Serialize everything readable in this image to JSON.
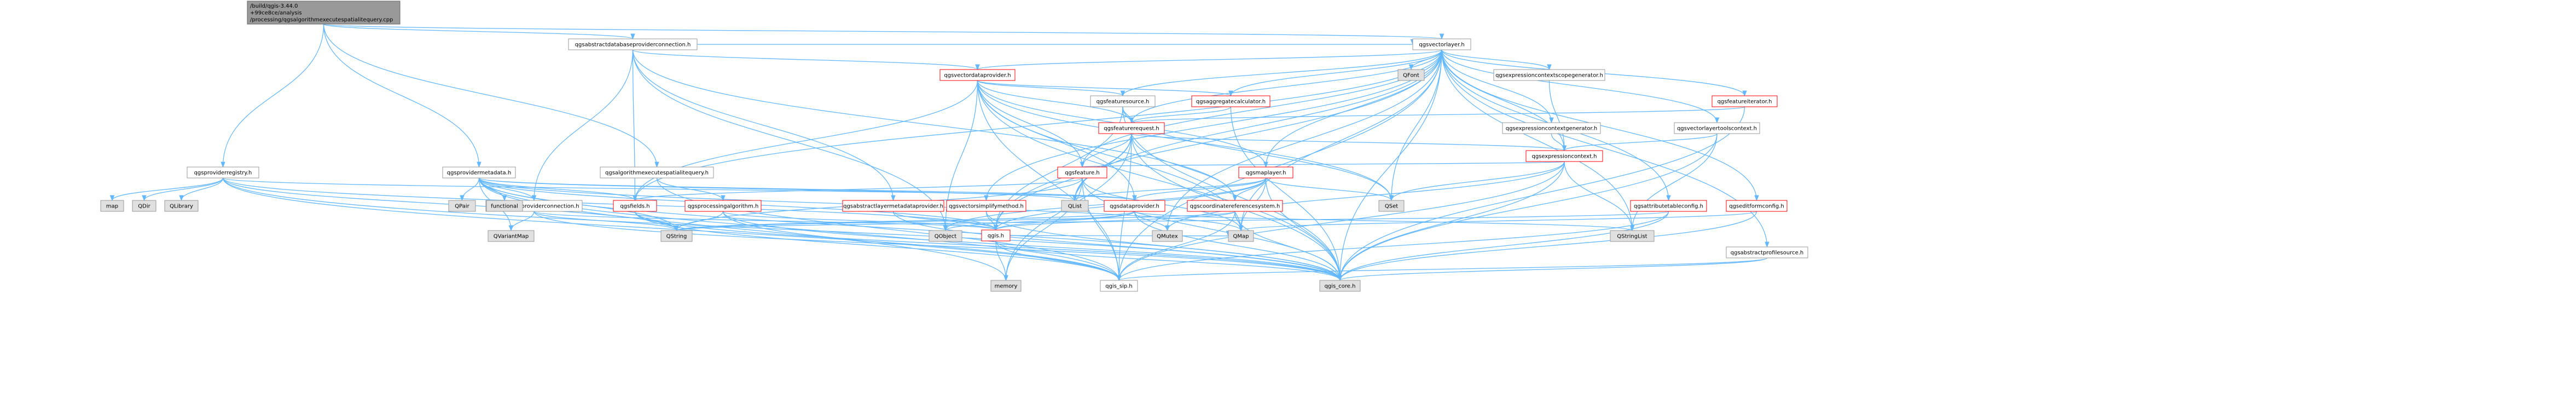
{
  "colors": {
    "edge": "#63B8FF",
    "node_fill": "#FFFFFF",
    "node_border": "#999999",
    "root_fill": "#999999",
    "root_border": "#666666",
    "external_fill": "#E0E0E0",
    "external_border": "#999999",
    "red_border": "#FF0000"
  },
  "nodes": [
    {
      "id": "root",
      "kind": "root",
      "lines": [
        "/build/qgis-3.44.0",
        "+99ce8ce/analysis",
        "/processing/qgsalgorithmexecutespatialitequery.cpp"
      ]
    },
    {
      "id": "qgsabstractdatabaseproviderconnection_h",
      "kind": "normal",
      "lines": [
        "qgsabstractdatabaseproviderconnection.h"
      ]
    },
    {
      "id": "qgsvectorlayer_h",
      "kind": "normal",
      "lines": [
        "qgsvectorlayer.h"
      ]
    },
    {
      "id": "qgsproviderregistry_h",
      "kind": "normal",
      "lines": [
        "qgsproviderregistry.h"
      ]
    },
    {
      "id": "qgsprovidermetadata_h",
      "kind": "normal",
      "lines": [
        "qgsprovidermetadata.h"
      ]
    },
    {
      "id": "qgsalgorithmexecutespatialitequery_h",
      "kind": "normal",
      "lines": [
        "qgsalgorithmexecutespatialitequery.h"
      ]
    },
    {
      "id": "qgsvectordataprovider_h",
      "kind": "red",
      "lines": [
        "qgsvectordataprovider.h"
      ]
    },
    {
      "id": "qgsfeaturesource_h",
      "kind": "normal",
      "lines": [
        "qgsfeaturesource.h"
      ]
    },
    {
      "id": "qgsaggregatecalculator_h",
      "kind": "red",
      "lines": [
        "qgsaggregatecalculator.h"
      ]
    },
    {
      "id": "qgsfeaturerequest_h",
      "kind": "red",
      "lines": [
        "qgsfeaturerequest.h"
      ]
    },
    {
      "id": "qgsexpressioncontextscopegenerator_h",
      "kind": "normal",
      "lines": [
        "qgsexpressioncontextscopegenerator.h"
      ]
    },
    {
      "id": "qgsfeatureiterator_h",
      "kind": "red",
      "lines": [
        "qgsfeatureiterator.h"
      ]
    },
    {
      "id": "qgsexpressioncontextgenerator_h",
      "kind": "normal",
      "lines": [
        "qgsexpressioncontextgenerator.h"
      ]
    },
    {
      "id": "qgsvectorlayertoolscontext_h",
      "kind": "normal",
      "lines": [
        "qgsvectorlayertoolscontext.h"
      ]
    },
    {
      "id": "qgsexpressioncontext_h",
      "kind": "red",
      "lines": [
        "qgsexpressioncontext.h"
      ]
    },
    {
      "id": "qgsfeature_h",
      "kind": "red",
      "lines": [
        "qgsfeature.h"
      ]
    },
    {
      "id": "qgsmaplayer_h",
      "kind": "red",
      "lines": [
        "qgsmaplayer.h"
      ]
    },
    {
      "id": "qgsabstractproviderconnection_h",
      "kind": "normal",
      "lines": [
        "qgsabstractproviderconnection.h"
      ]
    },
    {
      "id": "qgsfields_h",
      "kind": "red",
      "lines": [
        "qgsfields.h"
      ]
    },
    {
      "id": "qgsprocessingalgorithm_h",
      "kind": "red",
      "lines": [
        "qgsprocessingalgorithm.h"
      ]
    },
    {
      "id": "qgsabstractlayermetadataprovider_h",
      "kind": "red",
      "lines": [
        "qgsabstractlayermetadataprovider.h"
      ]
    },
    {
      "id": "qgsvectorsimplifymethod_h",
      "kind": "red",
      "lines": [
        "qgsvectorsimplifymethod.h"
      ]
    },
    {
      "id": "qgsdataprovider_h",
      "kind": "red",
      "lines": [
        "qgsdataprovider.h"
      ]
    },
    {
      "id": "qgscoordinatereferencesystem_h",
      "kind": "red",
      "lines": [
        "qgscoordinatereferencesystem.h"
      ]
    },
    {
      "id": "qgsattributetableconfig_h",
      "kind": "red",
      "lines": [
        "qgsattributetableconfig.h"
      ]
    },
    {
      "id": "qgseditformconfig_h",
      "kind": "red",
      "lines": [
        "qgseditformconfig.h"
      ]
    },
    {
      "id": "qgsabstractprofilesource_h",
      "kind": "normal",
      "lines": [
        "qgsabstractprofilesource.h"
      ]
    },
    {
      "id": "qgis_h",
      "kind": "red",
      "lines": [
        "qgis.h"
      ]
    },
    {
      "id": "qgis_sip_h",
      "kind": "normal",
      "lines": [
        "qgis_sip.h"
      ]
    },
    {
      "id": "qgis_core_h",
      "kind": "external",
      "lines": [
        "qgis_core.h"
      ]
    },
    {
      "id": "QFont",
      "kind": "external",
      "lines": [
        "QFont"
      ]
    },
    {
      "id": "QList",
      "kind": "external",
      "lines": [
        "QList"
      ]
    },
    {
      "id": "QSet",
      "kind": "external",
      "lines": [
        "QSet"
      ]
    },
    {
      "id": "QMap",
      "kind": "external",
      "lines": [
        "QMap"
      ]
    },
    {
      "id": "QMutex",
      "kind": "external",
      "lines": [
        "QMutex"
      ]
    },
    {
      "id": "QObject",
      "kind": "external",
      "lines": [
        "QObject"
      ]
    },
    {
      "id": "QString",
      "kind": "external",
      "lines": [
        "QString"
      ]
    },
    {
      "id": "QStringList",
      "kind": "external",
      "lines": [
        "QStringList"
      ]
    },
    {
      "id": "QVariantMap",
      "kind": "external",
      "lines": [
        "QVariantMap"
      ]
    },
    {
      "id": "QPair",
      "kind": "external",
      "lines": [
        "QPair"
      ]
    },
    {
      "id": "functional",
      "kind": "external",
      "lines": [
        "functional"
      ]
    },
    {
      "id": "map",
      "kind": "external",
      "lines": [
        "map"
      ]
    },
    {
      "id": "QDir",
      "kind": "external",
      "lines": [
        "QDir"
      ]
    },
    {
      "id": "QLibrary",
      "kind": "external",
      "lines": [
        "QLibrary"
      ]
    },
    {
      "id": "memory",
      "kind": "external",
      "lines": [
        "memory"
      ]
    }
  ],
  "edges": [
    [
      "root",
      "qgsabstractdatabaseproviderconnection_h"
    ],
    [
      "root",
      "qgsvectorlayer_h"
    ],
    [
      "root",
      "qgsproviderregistry_h"
    ],
    [
      "root",
      "qgsprovidermetadata_h"
    ],
    [
      "root",
      "qgsalgorithmexecutespatialitequery_h"
    ],
    [
      "qgsabstractdatabaseproviderconnection_h",
      "qgsvectorlayer_h"
    ],
    [
      "qgsabstractdatabaseproviderconnection_h",
      "qgsvectordataprovider_h"
    ],
    [
      "qgsabstractdatabaseproviderconnection_h",
      "qgsabstractproviderconnection_h"
    ],
    [
      "qgsabstractdatabaseproviderconnection_h",
      "qgscoordinatereferencesystem_h"
    ],
    [
      "qgsabstractdatabaseproviderconnection_h",
      "qgsfields_h"
    ],
    [
      "qgsabstractdatabaseproviderconnection_h",
      "qgsabstractlayermetadataprovider_h"
    ],
    [
      "qgsabstractdatabaseproviderconnection_h",
      "QObject"
    ],
    [
      "qgsvectorlayer_h",
      "qgis_core_h"
    ],
    [
      "qgsvectorlayer_h",
      "qgis_sip_h"
    ],
    [
      "qgsvectorlayer_h",
      "QMap"
    ],
    [
      "qgsvectorlayer_h",
      "QSet"
    ],
    [
      "qgsvectorlayer_h",
      "QList"
    ],
    [
      "qgsvectorlayer_h",
      "QStringList"
    ],
    [
      "qgsvectorlayer_h",
      "QFont"
    ],
    [
      "qgsvectorlayer_h",
      "QMutex"
    ],
    [
      "qgsvectorlayer_h",
      "qgis_h"
    ],
    [
      "qgsvectorlayer_h",
      "qgsmaplayer_h"
    ],
    [
      "qgsvectorlayer_h",
      "qgsfeature_h"
    ],
    [
      "qgsvectorlayer_h",
      "qgsfeaturerequest_h"
    ],
    [
      "qgsvectorlayer_h",
      "qgsfeaturesource_h"
    ],
    [
      "qgsvectorlayer_h",
      "qgsfields_h"
    ],
    [
      "qgsvectorlayer_h",
      "qgsvectordataprovider_h"
    ],
    [
      "qgsvectorlayer_h",
      "qgsvectorsimplifymethod_h"
    ],
    [
      "qgsvectorlayer_h",
      "qgseditformconfig_h"
    ],
    [
      "qgsvectorlayer_h",
      "qgsattributetableconfig_h"
    ],
    [
      "qgsvectorlayer_h",
      "qgsaggregatecalculator_h"
    ],
    [
      "qgsvectorlayer_h",
      "qgsfeatureiterator_h"
    ],
    [
      "qgsvectorlayer_h",
      "qgsexpressioncontextgenerator_h"
    ],
    [
      "qgsvectorlayer_h",
      "qgsexpressioncontextscopegenerator_h"
    ],
    [
      "qgsvectorlayer_h",
      "qgsexpressioncontext_h"
    ],
    [
      "qgsvectorlayer_h",
      "qgsabstractprofilesource_h"
    ],
    [
      "qgsvectorlayer_h",
      "qgsvectorlayertoolscontext_h"
    ],
    [
      "qgsproviderregistry_h",
      "map"
    ],
    [
      "qgsproviderregistry_h",
      "QDir"
    ],
    [
      "qgsproviderregistry_h",
      "QLibrary"
    ],
    [
      "qgsproviderregistry_h",
      "QString"
    ],
    [
      "qgsproviderregistry_h",
      "qgis_core_h"
    ],
    [
      "qgsproviderregistry_h",
      "qgis_sip_h"
    ],
    [
      "qgsproviderregistry_h",
      "qgsdataprovider_h"
    ],
    [
      "qgsproviderregistry_h",
      "qgis_h"
    ],
    [
      "qgsprovidermetadata_h",
      "QVariantMap"
    ],
    [
      "qgsprovidermetadata_h",
      "QString"
    ],
    [
      "qgsprovidermetadata_h",
      "QMap"
    ],
    [
      "qgsprovidermetadata_h",
      "QList"
    ],
    [
      "qgsprovidermetadata_h",
      "memory"
    ],
    [
      "qgsprovidermetadata_h",
      "QPair"
    ],
    [
      "qgsprovidermetadata_h",
      "functional"
    ],
    [
      "qgsprovidermetadata_h",
      "qgis_sip_h"
    ],
    [
      "qgsprovidermetadata_h",
      "qgsdataprovider_h"
    ],
    [
      "qgsprovidermetadata_h",
      "qgis_core_h"
    ],
    [
      "qgsprovidermetadata_h",
      "qgis_h"
    ],
    [
      "qgsprovidermetadata_h",
      "qgsfields_h"
    ],
    [
      "qgsprovidermetadata_h",
      "qgsabstractproviderconnection_h"
    ],
    [
      "qgsalgorithmexecutespatialitequery_h",
      "qgis_sip_h"
    ],
    [
      "qgsalgorithmexecutespatialitequery_h",
      "qgsprocessingalgorithm_h"
    ],
    [
      "qgsvectordataprovider_h",
      "qgis_core_h"
    ],
    [
      "qgsvectordataprovider_h",
      "QObject"
    ],
    [
      "qgsvectordataprovider_h",
      "QSet"
    ],
    [
      "qgsvectordataprovider_h",
      "QMap"
    ],
    [
      "qgsvectordataprovider_h",
      "qgsdataprovider_h"
    ],
    [
      "qgsvectordataprovider_h",
      "qgsfeature_h"
    ],
    [
      "qgsvectordataprovider_h",
      "qgsaggregatecalculator_h"
    ],
    [
      "qgsvectordataprovider_h",
      "qgsmaplayer_h"
    ],
    [
      "qgsvectordataprovider_h",
      "qgsfeaturerequest_h"
    ],
    [
      "qgsvectordataprovider_h",
      "qgsfeaturesource_h"
    ],
    [
      "qgsvectordataprovider_h",
      "qgis_sip_h"
    ],
    [
      "qgsvectordataprovider_h",
      "qgsfields_h"
    ],
    [
      "qgsfeaturesource_h",
      "qgis_core_h"
    ],
    [
      "qgsfeaturesource_h",
      "qgis_h"
    ],
    [
      "qgsfeaturesource_h",
      "qgsfeaturerequest_h"
    ],
    [
      "qgsfeaturesource_h",
      "QSet"
    ],
    [
      "qgsaggregatecalculator_h",
      "qgis_core_h"
    ],
    [
      "qgsaggregatecalculator_h",
      "qgsfeaturerequest_h"
    ],
    [
      "qgsfeaturerequest_h",
      "qgis_core_h"
    ],
    [
      "qgsfeaturerequest_h",
      "qgis_sip_h"
    ],
    [
      "qgsfeaturerequest_h",
      "QList"
    ],
    [
      "qgsfeaturerequest_h",
      "memory"
    ],
    [
      "qgsfeaturerequest_h",
      "qgsfeature_h"
    ],
    [
      "qgsfeaturerequest_h",
      "qgsexpressioncontext_h"
    ],
    [
      "qgsfeaturerequest_h",
      "qgscoordinatereferencesystem_h"
    ],
    [
      "qgsfeaturerequest_h",
      "qgis_h"
    ],
    [
      "qgsexpressioncontextscopegenerator_h",
      "qgsexpressioncontext_h"
    ],
    [
      "qgsfeatureiterator_h",
      "qgis_core_h"
    ],
    [
      "qgsfeatureiterator_h",
      "qgsfeaturerequest_h"
    ],
    [
      "qgsexpressioncontextgenerator_h",
      "qgsexpressioncontext_h"
    ],
    [
      "qgsvectorlayertoolscontext_h",
      "qgis_core_h"
    ],
    [
      "qgsvectorlayertoolscontext_h",
      "qgsexpressioncontext_h"
    ],
    [
      "qgsvectorlayertoolscontext_h",
      "QStringList"
    ],
    [
      "qgsexpressioncontext_h",
      "qgis_core_h"
    ],
    [
      "qgsexpressioncontext_h",
      "qgis_sip_h"
    ],
    [
      "qgsexpressioncontext_h",
      "QStringList"
    ],
    [
      "qgsexpressioncontext_h",
      "QSet"
    ],
    [
      "qgsexpressioncontext_h",
      "QMutex"
    ],
    [
      "qgsexpressioncontext_h",
      "qgsfeature_h"
    ],
    [
      "qgsfeature_h",
      "qgis_core_h"
    ],
    [
      "qgsfeature_h",
      "qgis_sip_h"
    ],
    [
      "qgsfeature_h",
      "QMap"
    ],
    [
      "qgsfeature_h",
      "QString"
    ],
    [
      "qgsfeature_h",
      "QList"
    ],
    [
      "qgsfeature_h",
      "memory"
    ],
    [
      "qgsfeature_h",
      "qgsfields_h"
    ],
    [
      "qgsmaplayer_h",
      "qgis_core_h"
    ],
    [
      "qgsmaplayer_h",
      "QObject"
    ],
    [
      "qgsmaplayer_h",
      "QSet"
    ],
    [
      "qgsmaplayer_h",
      "QMap"
    ],
    [
      "qgsmaplayer_h",
      "QList"
    ],
    [
      "qgsmaplayer_h",
      "qgis_h"
    ],
    [
      "qgsmaplayer_h",
      "qgsdataprovider_h"
    ],
    [
      "qgsmaplayer_h",
      "qgscoordinatereferencesystem_h"
    ],
    [
      "qgsabstractproviderconnection_h",
      "QString"
    ],
    [
      "qgsabstractproviderconnection_h",
      "QVariantMap"
    ],
    [
      "qgsabstractproviderconnection_h",
      "qgis_core_h"
    ],
    [
      "qgsabstractproviderconnection_h",
      "qgis_h"
    ],
    [
      "qgsfields_h",
      "qgis_core_h"
    ],
    [
      "qgsfields_h",
      "qgis_sip_h"
    ],
    [
      "qgsfields_h",
      "QString"
    ],
    [
      "qgsprocessingalgorithm_h",
      "qgis_core_h"
    ],
    [
      "qgsprocessingalgorithm_h",
      "qgis_sip_h"
    ],
    [
      "qgsprocessingalgorithm_h",
      "qgis_h"
    ],
    [
      "qgsprocessingalgorithm_h",
      "QString"
    ],
    [
      "qgsabstractlayermetadataprovider_h",
      "qgis_core_h"
    ],
    [
      "qgsabstractlayermetadataprovider_h",
      "qgis_h"
    ],
    [
      "qgsvectorsimplifymethod_h",
      "qgis_core_h"
    ],
    [
      "qgsvectorsimplifymethod_h",
      "qgis_h"
    ],
    [
      "qgsdataprovider_h",
      "qgis_core_h"
    ],
    [
      "qgsdataprovider_h",
      "QObject"
    ],
    [
      "qgsdataprovider_h",
      "QString"
    ],
    [
      "qgsdataprovider_h",
      "QStringList"
    ],
    [
      "qgsdataprovider_h",
      "QMutex"
    ],
    [
      "qgsdataprovider_h",
      "qgis_h"
    ],
    [
      "qgscoordinatereferencesystem_h",
      "qgis_core_h"
    ],
    [
      "qgscoordinatereferencesystem_h",
      "qgis_sip_h"
    ],
    [
      "qgscoordinatereferencesystem_h",
      "QString"
    ],
    [
      "qgscoordinatereferencesystem_h",
      "QMap"
    ],
    [
      "qgscoordinatereferencesystem_h",
      "qgis_h"
    ],
    [
      "qgsattributetableconfig_h",
      "qgis_core_h"
    ],
    [
      "qgsattributetableconfig_h",
      "qgis_sip_h"
    ],
    [
      "qgsattributetableconfig_h",
      "QString"
    ],
    [
      "qgseditformconfig_h",
      "qgis_core_h"
    ],
    [
      "qgseditformconfig_h",
      "QMap"
    ],
    [
      "qgsabstractprofilesource_h",
      "qgis_core_h"
    ],
    [
      "qgsabstractprofilesource_h",
      "qgis_sip_h"
    ],
    [
      "qgis_h",
      "qgis_sip_h"
    ],
    [
      "qgis_h",
      "qgis_core_h"
    ],
    [
      "qgis_h",
      "memory"
    ],
    [
      "qgis_h",
      "QMap"
    ]
  ]
}
